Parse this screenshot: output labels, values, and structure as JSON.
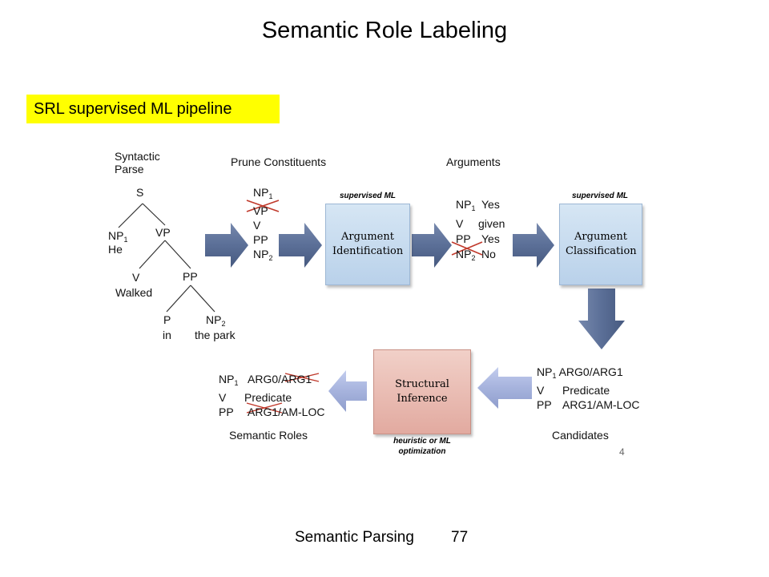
{
  "title": "Semantic Role Labeling",
  "pipeline_label": "SRL supervised ML pipeline",
  "tree": {
    "heading_line1": "Syntactic",
    "heading_line2": "Parse",
    "s": "S",
    "np1": "NP",
    "np1_sub": "1",
    "np1_word": "He",
    "vp": "VP",
    "v": "V",
    "v_word": "Walked",
    "pp": "PP",
    "p": "P",
    "p_word": "in",
    "np2": "NP",
    "np2_sub": "2",
    "np2_word": "the park"
  },
  "prune": {
    "heading": "Prune Constituents",
    "items": [
      {
        "label": "NP",
        "sub": "1"
      },
      {
        "label": "VP",
        "sub": ""
      },
      {
        "label": "V",
        "sub": ""
      },
      {
        "label": "PP",
        "sub": ""
      },
      {
        "label": "NP",
        "sub": "2"
      }
    ]
  },
  "arg_id": {
    "tag": "supervised ML",
    "label": "Argument Identification"
  },
  "arguments": {
    "heading": "Arguments",
    "rows": [
      {
        "label": "NP",
        "sub": "1",
        "value": "Yes"
      },
      {
        "label": "V",
        "sub": "",
        "value": "given"
      },
      {
        "label": "PP",
        "sub": "",
        "value": "Yes"
      },
      {
        "label": "NP",
        "sub": "2",
        "value": "No"
      }
    ]
  },
  "arg_class": {
    "tag": "supervised ML",
    "label": "Argument Classification"
  },
  "candidates": {
    "heading": "Candidates",
    "rows": [
      {
        "label": "NP",
        "sub": "1",
        "value": "ARG0/ARG1"
      },
      {
        "label": "V",
        "sub": "",
        "value": "Predicate"
      },
      {
        "label": "PP",
        "sub": "",
        "value": "ARG1/AM-LOC"
      }
    ]
  },
  "structural": {
    "label": "Structural Inference",
    "tag_line1": "heuristic or ML",
    "tag_line2": "optimization"
  },
  "semantic_roles": {
    "heading": "Semantic Roles",
    "row1_label": "NP",
    "row1_sub": "1",
    "row1_value_a": "ARG0/",
    "row1_value_b": "ARG1",
    "row2_label": "V",
    "row2_value": "Predicate",
    "row3_label": "PP",
    "row3_value_a": "ARG1",
    "row3_value_b": "/AM-LOC"
  },
  "figure_page": "4",
  "footer": {
    "text": "Semantic Parsing",
    "page": "77"
  },
  "colors": {
    "highlight": "#ffff00",
    "arrow_blue": "#5b6f97",
    "arrow_light": "#a6b3dd",
    "strike_red": "#c0392b"
  }
}
